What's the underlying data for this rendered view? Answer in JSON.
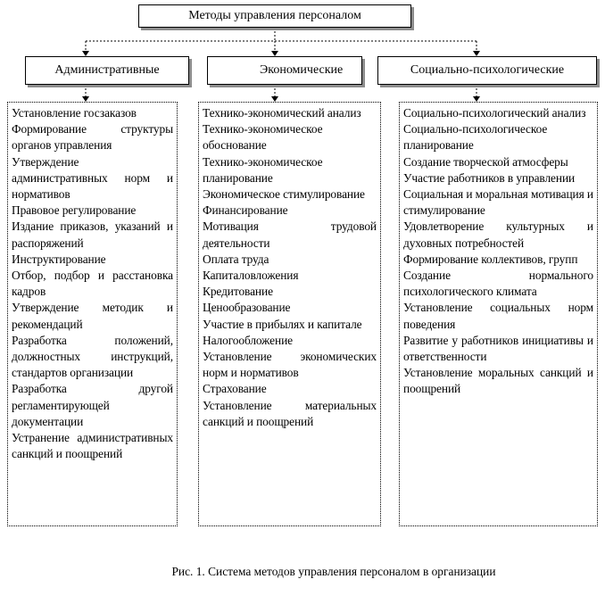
{
  "top": {
    "title": "Методы управления персоналом"
  },
  "categories": [
    {
      "label": "Административные",
      "items": [
        "Установление госзаказов",
        "Формирование структуры органов управления",
        "Утверждение административных норм и нормативов",
        "Правовое регулирование",
        "Издание приказов, указаний и распоряжений",
        "Инструктирование",
        "Отбор, подбор и расстановка кадров",
        "Утверждение методик и рекомендаций",
        "Разработка положений, должностных инструкций, стандартов организации",
        "Разработка другой регламентирующей документации",
        "Устранение административных санкций и поощрений"
      ]
    },
    {
      "label": "Экономические",
      "items": [
        "Технико-экономический анализ",
        "Технико-экономическое обоснование",
        "Технико-экономическое планирование",
        "Экономическое стимулирование",
        "Финансирование",
        "Мотивация трудовой деятельности",
        "Оплата труда",
        "Капиталовложения",
        "Кредитование",
        "Ценообразование",
        "Участие в прибылях и капитале",
        "Налогообложение",
        "Установление экономических норм и нормативов",
        "Страхование",
        "Установление материальных санкций и поощрений"
      ]
    },
    {
      "label": "Социально-психологические",
      "items": [
        "Социально-психологический анализ",
        "Социально-психологическое планирование",
        "Создание творческой атмосферы",
        "Участие работников в управлении",
        "Социальная и моральная мотивация и стимулирование",
        "Удовлетворение культурных и духовных потребностей",
        "Формирование коллективов, групп",
        "Создание нормального психологического климата",
        "Установление социальных норм поведения",
        "Развитие у работников инициативы и ответственности",
        "Установление моральных санкций и поощрений"
      ]
    }
  ],
  "caption": "Рис. 1. Система методов управления персоналом в организации"
}
